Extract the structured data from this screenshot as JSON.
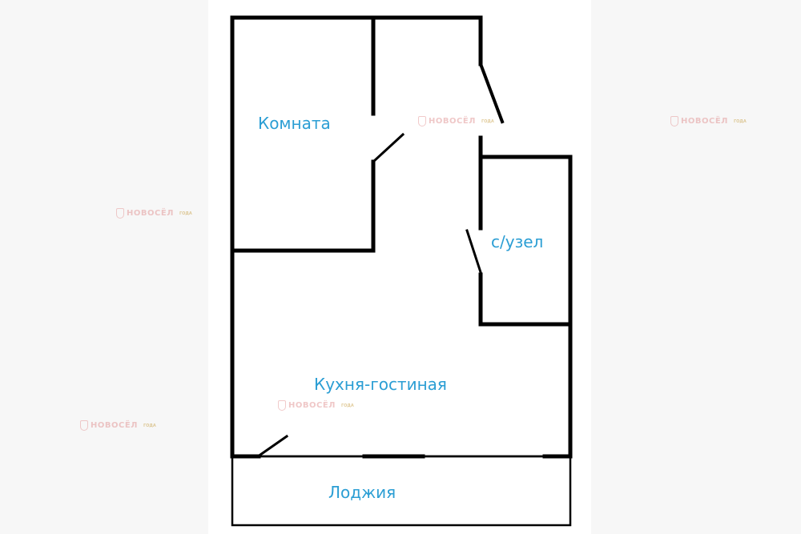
{
  "plan": {
    "rooms": {
      "room": "Комната",
      "bathroom": "с/узел",
      "kitchen_living": "Кухня-гостиная",
      "loggia": "Лоджия"
    },
    "label_color": "#2b9ed4",
    "wall_color": "#000000"
  },
  "watermark": {
    "brand": "НОВОСЁЛ",
    "badge": "ГОДА",
    "color": "#e39a9a"
  }
}
